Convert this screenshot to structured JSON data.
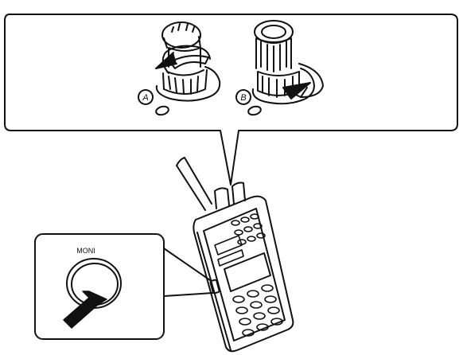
{
  "labels": {
    "knob_a": "A",
    "knob_b": "B",
    "moni": "MONI"
  }
}
